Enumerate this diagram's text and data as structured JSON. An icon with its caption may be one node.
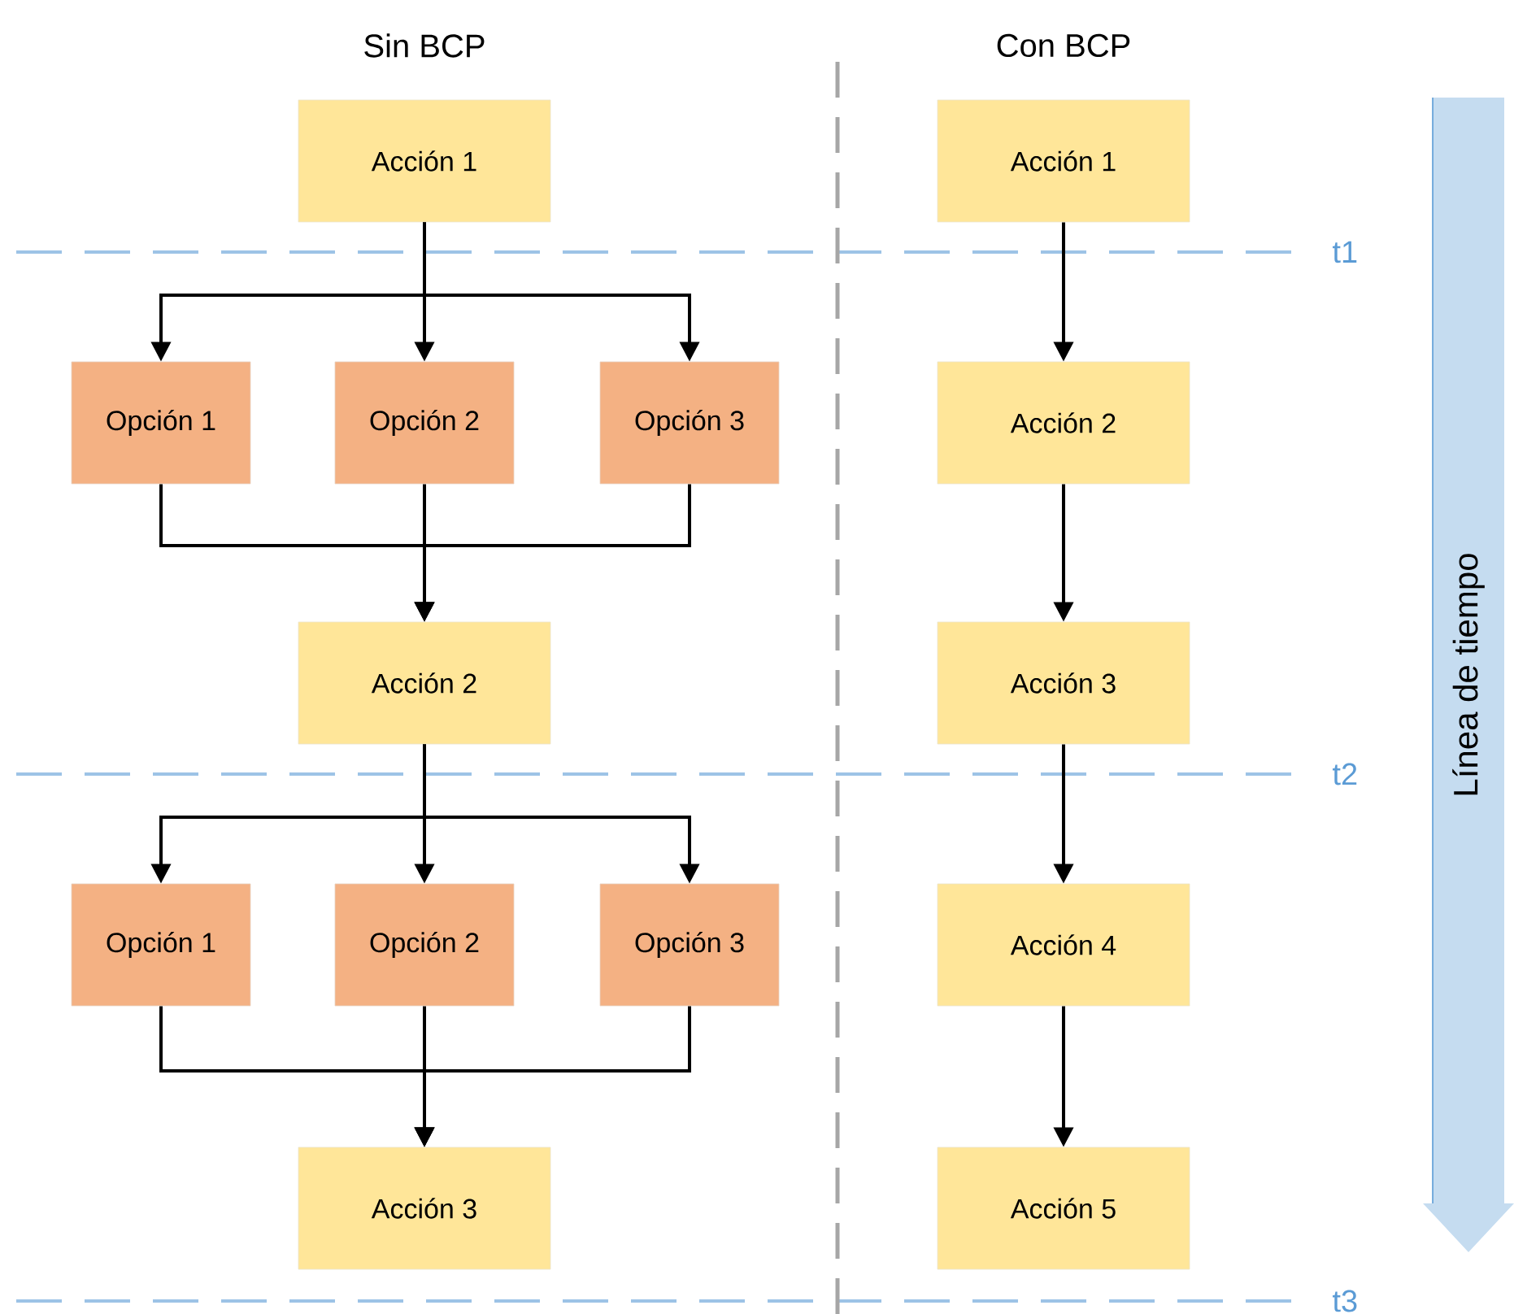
{
  "diagram": {
    "nodes": [
      {
        "text": [
          "Acción 1"
        ]
      },
      {
        "text": [
          "Opción 1"
        ]
      },
      {
        "text": [
          "Opción 2"
        ]
      },
      {
        "text": [
          "Opción 3"
        ]
      },
      {
        "text": [
          "Acción 2"
        ]
      },
      {
        "text": [
          "Opción 1"
        ]
      },
      {
        "text": [
          "Opción 2"
        ]
      },
      {
        "text": [
          "Opción 3"
        ]
      },
      {
        "text": [
          "Acción 3"
        ]
      },
      {
        "text": [
          "Acción 1"
        ]
      },
      {
        "text": [
          "Acción 2"
        ]
      },
      {
        "text": [
          "Acción 3"
        ]
      },
      {
        "text": [
          "Acción 4"
        ]
      },
      {
        "text": [
          "Acción 5"
        ]
      },
      {
        "text": [
          "Línea de tiempo"
        ]
      }
    ],
    "edges": [
      {
        "from": 0,
        "to": 1,
        "arrow": "to"
      },
      {
        "from": 0,
        "to": 2,
        "arrow": "to"
      },
      {
        "from": 0,
        "to": 3,
        "arrow": "to"
      },
      {
        "from": 1,
        "to": 4,
        "arrow": "to"
      },
      {
        "from": 2,
        "to": 4,
        "arrow": "to"
      },
      {
        "from": 3,
        "to": 4,
        "arrow": "to"
      },
      {
        "from": 4,
        "to": 5,
        "arrow": "to"
      },
      {
        "from": 4,
        "to": 6,
        "arrow": "to"
      },
      {
        "from": 4,
        "to": 7,
        "arrow": "to"
      },
      {
        "from": 5,
        "to": 8,
        "arrow": "to"
      },
      {
        "from": 6,
        "to": 8,
        "arrow": "to"
      },
      {
        "from": 7,
        "to": 8,
        "arrow": "to"
      },
      {
        "from": 9,
        "to": 10,
        "arrow": "to"
      },
      {
        "from": 10,
        "to": 11,
        "arrow": "to"
      },
      {
        "from": 11,
        "to": 12,
        "arrow": "to"
      },
      {
        "from": 12,
        "to": 13,
        "arrow": "to"
      }
    ],
    "labels": [
      "Sin BCP",
      "Con BCP",
      "t1",
      "t2",
      "t3"
    ]
  }
}
